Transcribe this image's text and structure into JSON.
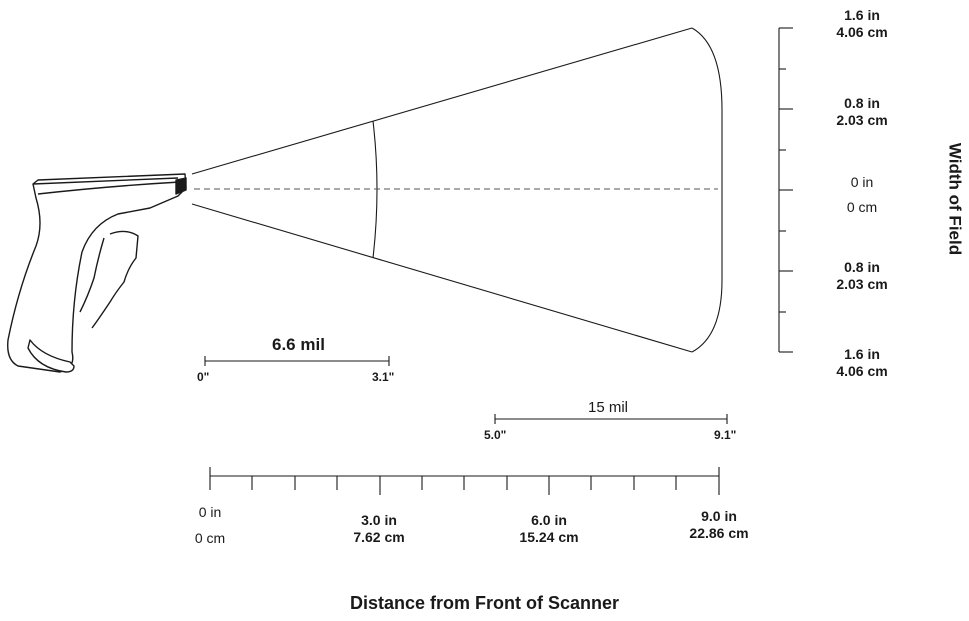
{
  "width_scale": {
    "ticks": [
      {
        "in": "1.6 in",
        "cm": "4.06 cm",
        "bold": true
      },
      {
        "in": "0.8 in",
        "cm": "2.03 cm",
        "bold": true
      },
      {
        "in": "0 in",
        "cm": "0 cm",
        "bold": false
      },
      {
        "in": "0.8 in",
        "cm": "2.03 cm",
        "bold": true
      },
      {
        "in": "1.6 in",
        "cm": "4.06 cm",
        "bold": true
      }
    ],
    "axis_title": "Width of Field"
  },
  "ranges": [
    {
      "label": "6.6 mil",
      "start": "0\"",
      "end": "3.1\"",
      "start_in": 0.0,
      "end_in": 3.1
    },
    {
      "label": "15 mil",
      "start": "5.0\"",
      "end": "9.1\"",
      "start_in": 5.0,
      "end_in": 9.1
    }
  ],
  "distance_scale": {
    "ticks": [
      {
        "in": "0 in",
        "cm": "0 cm",
        "bold": false,
        "value_in": 0
      },
      {
        "in": "3.0 in",
        "cm": "7.62 cm",
        "bold": true,
        "value_in": 3
      },
      {
        "in": "6.0 in",
        "cm": "15.24 cm",
        "bold": true,
        "value_in": 6
      },
      {
        "in": "9.0 in",
        "cm": "22.86 cm",
        "bold": true,
        "value_in": 9
      }
    ],
    "axis_title": "Distance from Front of Scanner"
  },
  "colors": {
    "line": "#1a1a1a",
    "dash": "#555555"
  },
  "icons": {
    "scanner": "handheld-barcode-scanner-icon"
  }
}
